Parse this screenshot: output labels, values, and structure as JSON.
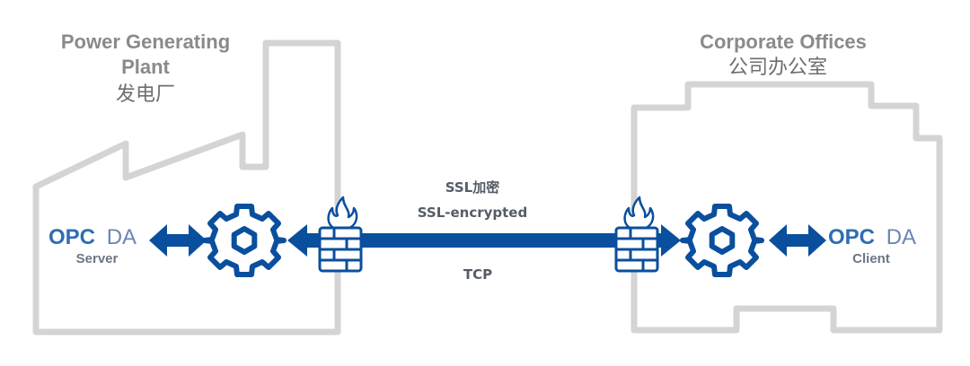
{
  "left_site": {
    "title_line1": "Power Generating",
    "title_line2": "Plant",
    "title_cn": "发电厂"
  },
  "right_site": {
    "title_line1": "Corporate Offices",
    "title_cn": "公司办公室"
  },
  "server": {
    "opc": "OPC",
    "da": "DA",
    "role": "Server"
  },
  "client": {
    "opc": "OPC",
    "da": "DA",
    "role": "Client"
  },
  "tunnel": {
    "label_cn": "SSL加密",
    "label_en": "SSL-encrypted",
    "protocol": "TCP"
  },
  "colors": {
    "outline": "#d4d4d4",
    "arrow_blue": "#0a4f9e",
    "opc_blue": "#2f6db5",
    "da_blue": "#6b86b3",
    "text_gray": "#8a8a8a"
  },
  "icons": [
    "factory-outline",
    "office-building-outline",
    "gear-icon",
    "firewall-icon",
    "bidirectional-arrow"
  ]
}
